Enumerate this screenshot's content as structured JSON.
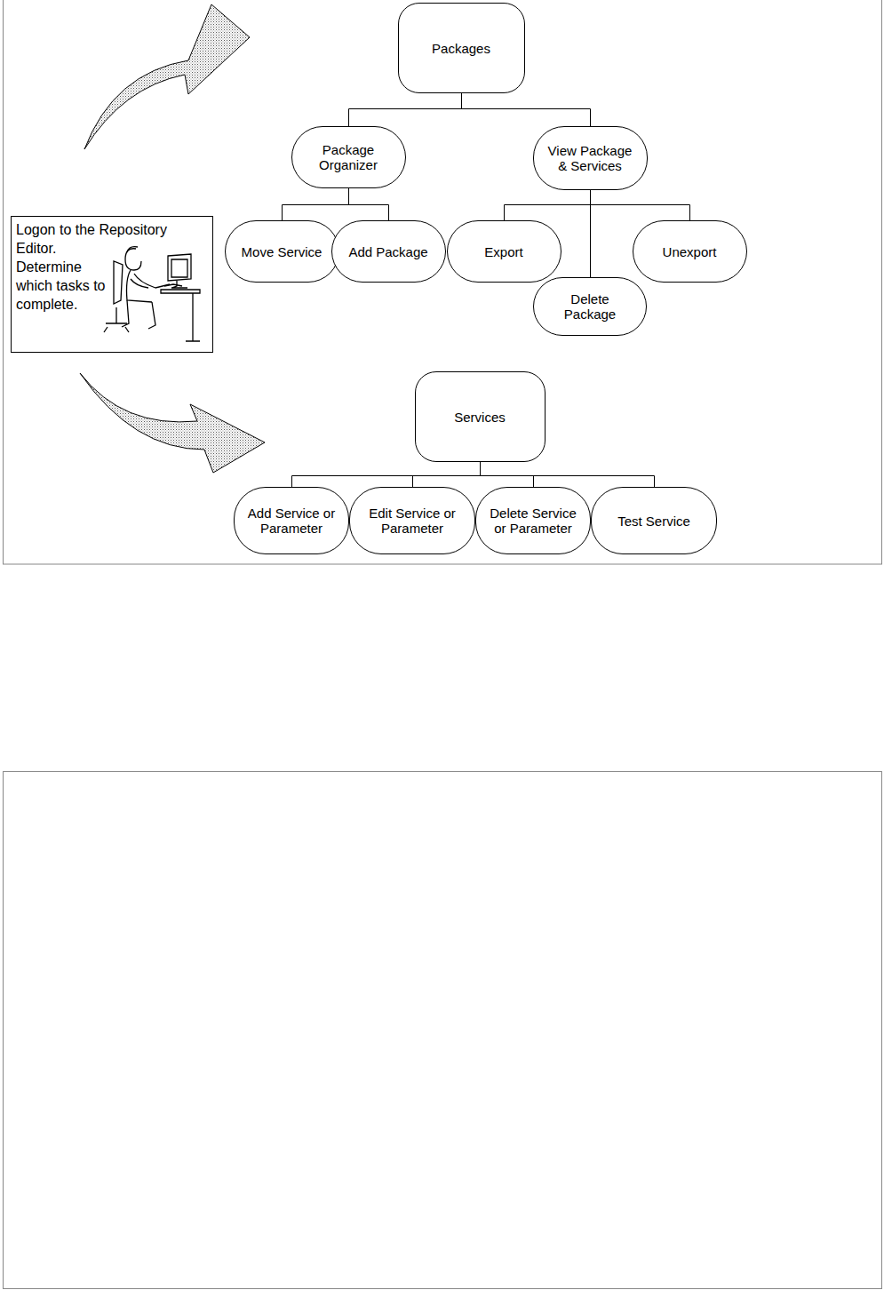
{
  "diagram": {
    "nodes": [
      {
        "text": [
          "Packages"
        ]
      },
      {
        "text": [
          "Package Organizer"
        ]
      },
      {
        "text": [
          "View Package & Services"
        ]
      },
      {
        "text": [
          "Logon to the Repository Editor. Determine which tasks to complete."
        ]
      },
      {
        "text": [
          "Move Service"
        ]
      },
      {
        "text": [
          "Add Package"
        ]
      },
      {
        "text": [
          "Export"
        ]
      },
      {
        "text": [
          "Unexport"
        ]
      },
      {
        "text": [
          "Delete Package"
        ]
      },
      {
        "text": [
          "Services"
        ]
      },
      {
        "text": [
          "Add Service or Parameter"
        ]
      },
      {
        "text": [
          "Edit Service or Parameter"
        ]
      },
      {
        "text": [
          "Delete Service or Parameter"
        ]
      },
      {
        "text": [
          "Test Service"
        ]
      }
    ],
    "edges": [
      {
        "from": 0,
        "to": 1,
        "arrow": "none"
      },
      {
        "from": 0,
        "to": 2,
        "arrow": "none"
      },
      {
        "from": 1,
        "to": 4,
        "arrow": "none"
      },
      {
        "from": 1,
        "to": 5,
        "arrow": "none"
      },
      {
        "from": 2,
        "to": 6,
        "arrow": "none"
      },
      {
        "from": 2,
        "to": 8,
        "arrow": "none"
      },
      {
        "from": 2,
        "to": 7,
        "arrow": "none"
      },
      {
        "from": 9,
        "to": 10,
        "arrow": "none"
      },
      {
        "from": 9,
        "to": 11,
        "arrow": "none"
      },
      {
        "from": 9,
        "to": 12,
        "arrow": "none"
      },
      {
        "from": 9,
        "to": 13,
        "arrow": "none"
      }
    ]
  }
}
